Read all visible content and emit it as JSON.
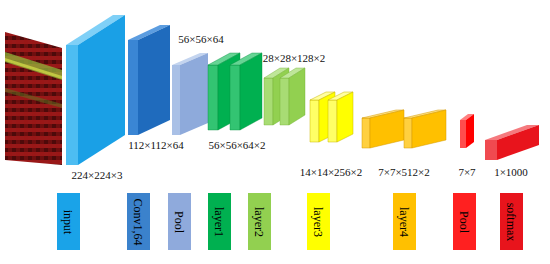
{
  "diagram": {
    "nodes": [
      {
        "text": [
          "input"
        ]
      },
      {
        "text": [
          "Conv1,64"
        ]
      },
      {
        "text": [
          "Pool"
        ]
      },
      {
        "text": [
          "layer1"
        ]
      },
      {
        "text": [
          "layer2"
        ]
      },
      {
        "text": [
          "layer3"
        ]
      },
      {
        "text": [
          "layer4"
        ]
      },
      {
        "text": [
          "Pool"
        ]
      },
      {
        "text": [
          "softmax"
        ]
      }
    ],
    "labels": [
      "224×224×3",
      "112×112×64",
      "56×56×64",
      "56×56×64×2",
      "28×28×128×2",
      "14×14×256×2",
      "7×7×512×2",
      "7×7",
      "1×1000"
    ]
  }
}
